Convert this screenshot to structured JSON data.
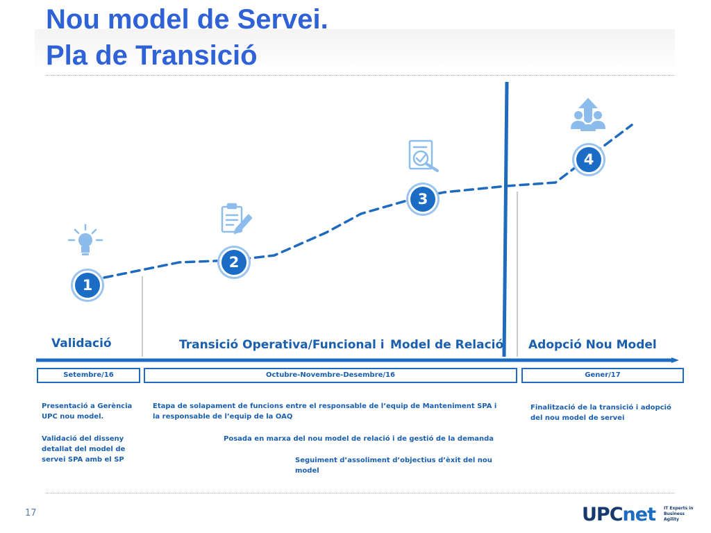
{
  "title": {
    "line1": "Nou model de Servei.",
    "line2": "Pla de Transició"
  },
  "icons": [
    "lightbulb-icon",
    "clipboard-pencil-icon",
    "document-check-icon",
    "people-upload-icon"
  ],
  "nodes": [
    "1",
    "2",
    "3",
    "4"
  ],
  "phases": {
    "validacio": "Validació",
    "transicio": "Transició Operativa/Funcional i",
    "model_relacio": "Model de Relació",
    "adopcio": "Adopció Nou Model"
  },
  "periods": {
    "p1": "Setembre/16",
    "p2": "Octubre-Novembre-Desembre/16",
    "p3": "Gener/17"
  },
  "descriptions": {
    "d1": "Presentació a Gerència UPC nou model.",
    "d2": "Validació del disseny detallat del model de servei SPA amb el SP",
    "d3": "Etapa de solapament de funcions entre el responsable de l’equip de Manteniment SPA i la responsable de l’equip de la OAQ",
    "d4": "Posada en marxa del nou model de relació i de gestió de la demanda",
    "d5": "Seguiment d’assoliment d’objectius d’èxit del nou model",
    "d6": "Finalització de la transició i adopció del nou model de servei"
  },
  "footer": {
    "page_number": "17",
    "logo_main": "UPC",
    "logo_accent": "net",
    "logo_tagline": "IT Experts in Business Agility"
  },
  "colors": {
    "title": "#2f62d6",
    "primary": "#1a6cc4",
    "text": "#1a5fae",
    "icon": "#8cbcec"
  }
}
